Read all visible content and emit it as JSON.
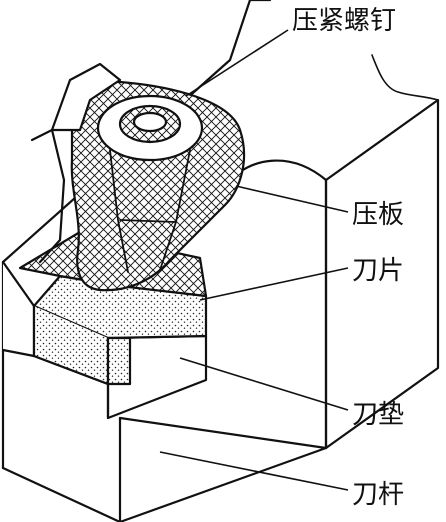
{
  "labels": {
    "clamp_screw": "压紧螺钉",
    "clamp_plate": "压板",
    "insert": "刀片",
    "shim": "刀垫",
    "shank": "刀杆"
  },
  "colors": {
    "line": "#111111",
    "background": "#ffffff",
    "hatch": "#111111",
    "stipple": "#222222"
  }
}
